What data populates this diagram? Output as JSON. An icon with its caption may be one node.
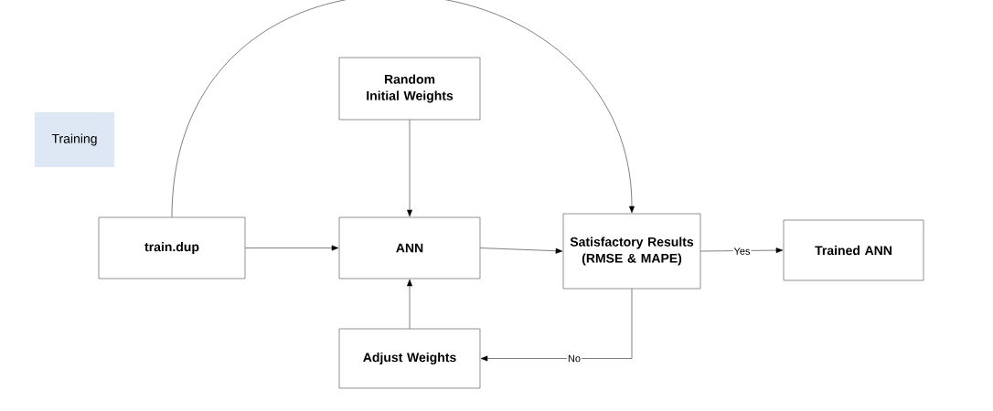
{
  "diagram": {
    "nodes": [
      {
        "text": [
          "Training"
        ]
      },
      {
        "text": [
          "Random Initial Weights"
        ]
      },
      {
        "text": [
          "train.dup"
        ]
      },
      {
        "text": [
          "ANN"
        ]
      },
      {
        "text": [
          "Satisfactory Results (RMSE & MAPE)"
        ]
      },
      {
        "text": [
          "Trained ANN"
        ]
      },
      {
        "text": [
          "Adjust Weights"
        ]
      }
    ],
    "edges": [
      {
        "from": 2,
        "to": 3,
        "arrow": "to"
      },
      {
        "from": 1,
        "to": 3,
        "arrow": "to"
      },
      {
        "from": 3,
        "to": 4,
        "arrow": "to"
      },
      {
        "from": 4,
        "to": 5,
        "arrow": "to",
        "label": "Yes"
      },
      {
        "from": 4,
        "to": 6,
        "arrow": "to",
        "label": "No"
      },
      {
        "from": 6,
        "to": 3,
        "arrow": "to"
      },
      {
        "from": 2,
        "to": 4,
        "arrow": "to"
      }
    ]
  }
}
